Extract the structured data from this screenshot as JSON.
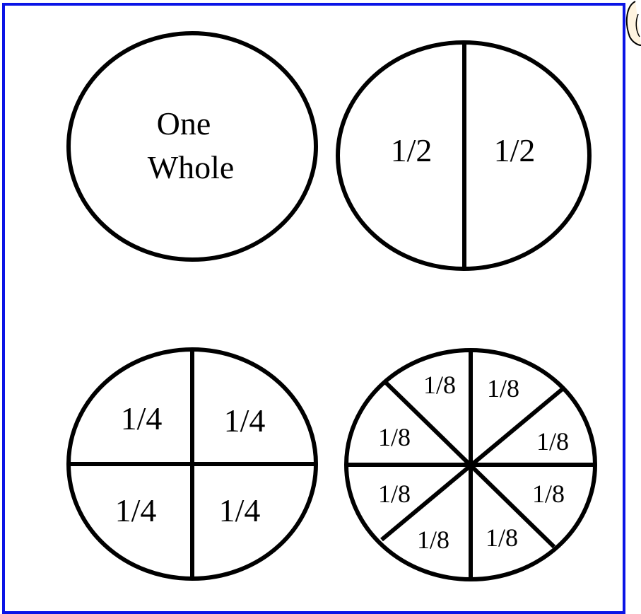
{
  "colors": {
    "frame_border": "#0a14e6",
    "stroke": "#000000",
    "background": "#ffffff"
  },
  "circles": {
    "whole": {
      "line1": "One",
      "line2": "Whole"
    },
    "halves": [
      "1/2",
      "1/2"
    ],
    "quarters": [
      "1/4",
      "1/4",
      "1/4",
      "1/4"
    ],
    "eighths": [
      "1/8",
      "1/8",
      "1/8",
      "1/8",
      "1/8",
      "1/8",
      "1/8",
      "1/8"
    ]
  }
}
